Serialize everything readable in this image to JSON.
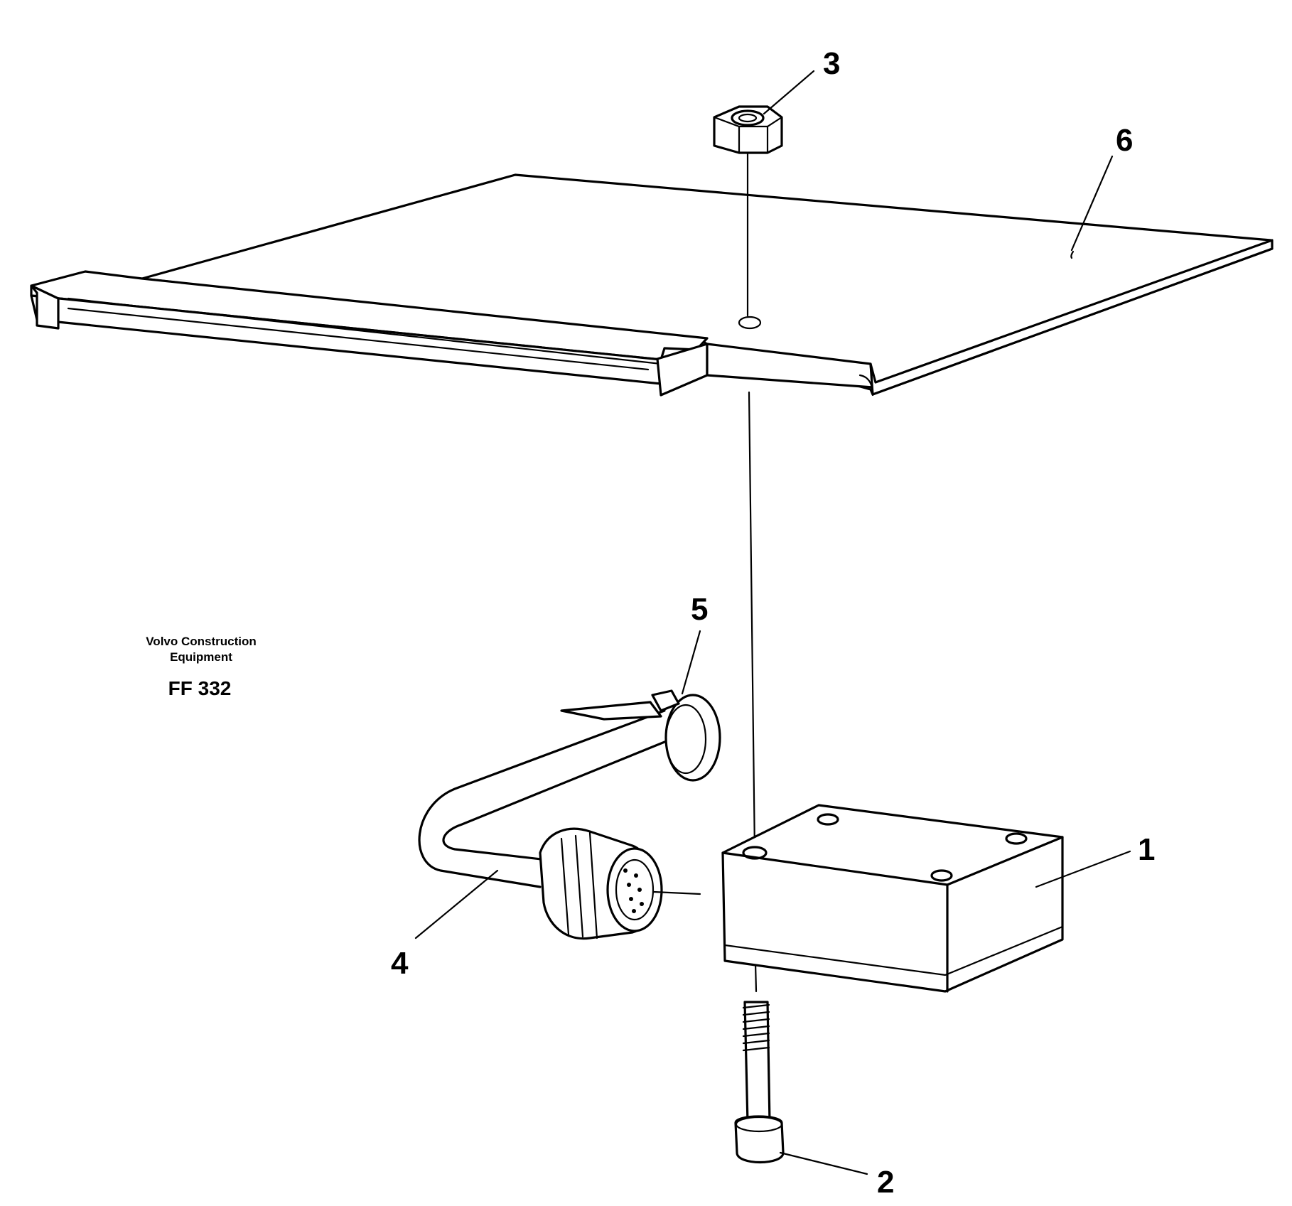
{
  "brand": {
    "line1": "Volvo Construction",
    "line2": "Equipment",
    "code": "FF 332"
  },
  "callouts": {
    "c1": "1",
    "c2": "2",
    "c3": "3",
    "c4": "4",
    "c5": "5",
    "c6": "6"
  },
  "colors": {
    "ink": "#000000",
    "paper": "#ffffff"
  }
}
